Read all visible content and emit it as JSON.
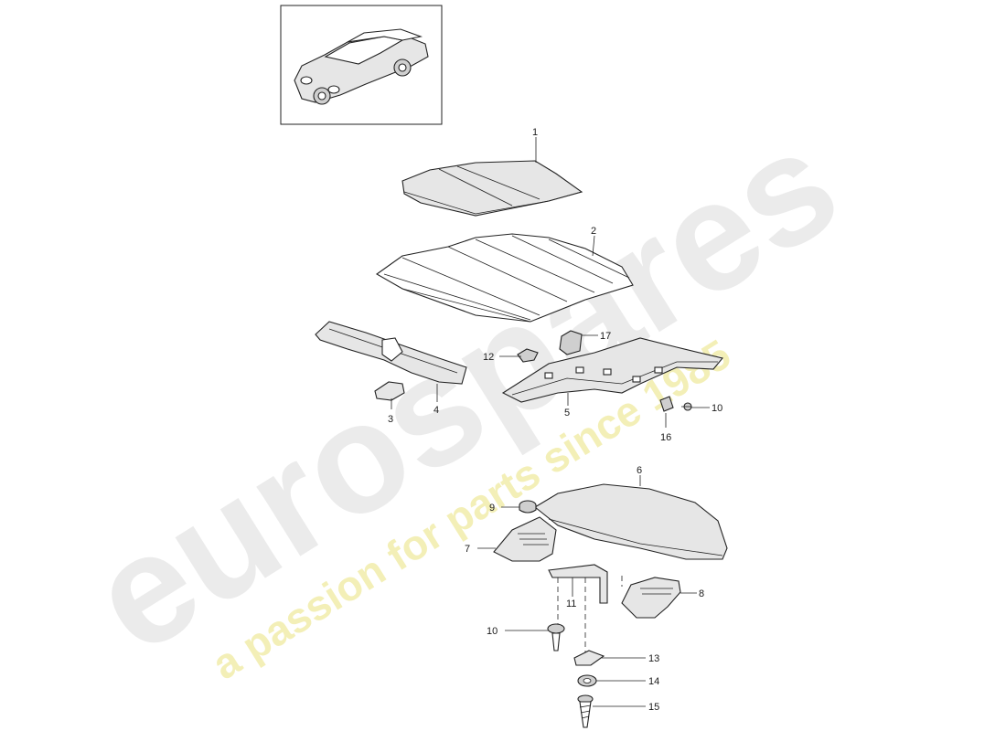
{
  "watermark": {
    "brand": "eurospares",
    "tagline": "a passion for parts since 1985"
  },
  "callouts": [
    {
      "id": "c1",
      "label": "1"
    },
    {
      "id": "c2",
      "label": "2"
    },
    {
      "id": "c3",
      "label": "3"
    },
    {
      "id": "c4",
      "label": "4"
    },
    {
      "id": "c5",
      "label": "5"
    },
    {
      "id": "c6",
      "label": "6"
    },
    {
      "id": "c7",
      "label": "7"
    },
    {
      "id": "c8",
      "label": "8"
    },
    {
      "id": "c9",
      "label": "9"
    },
    {
      "id": "c10a",
      "label": "10"
    },
    {
      "id": "c10b",
      "label": "10"
    },
    {
      "id": "c11",
      "label": "11"
    },
    {
      "id": "c12",
      "label": "12"
    },
    {
      "id": "c13",
      "label": "13"
    },
    {
      "id": "c14",
      "label": "14"
    },
    {
      "id": "c15",
      "label": "15"
    },
    {
      "id": "c16",
      "label": "16"
    },
    {
      "id": "c17",
      "label": "17"
    }
  ]
}
